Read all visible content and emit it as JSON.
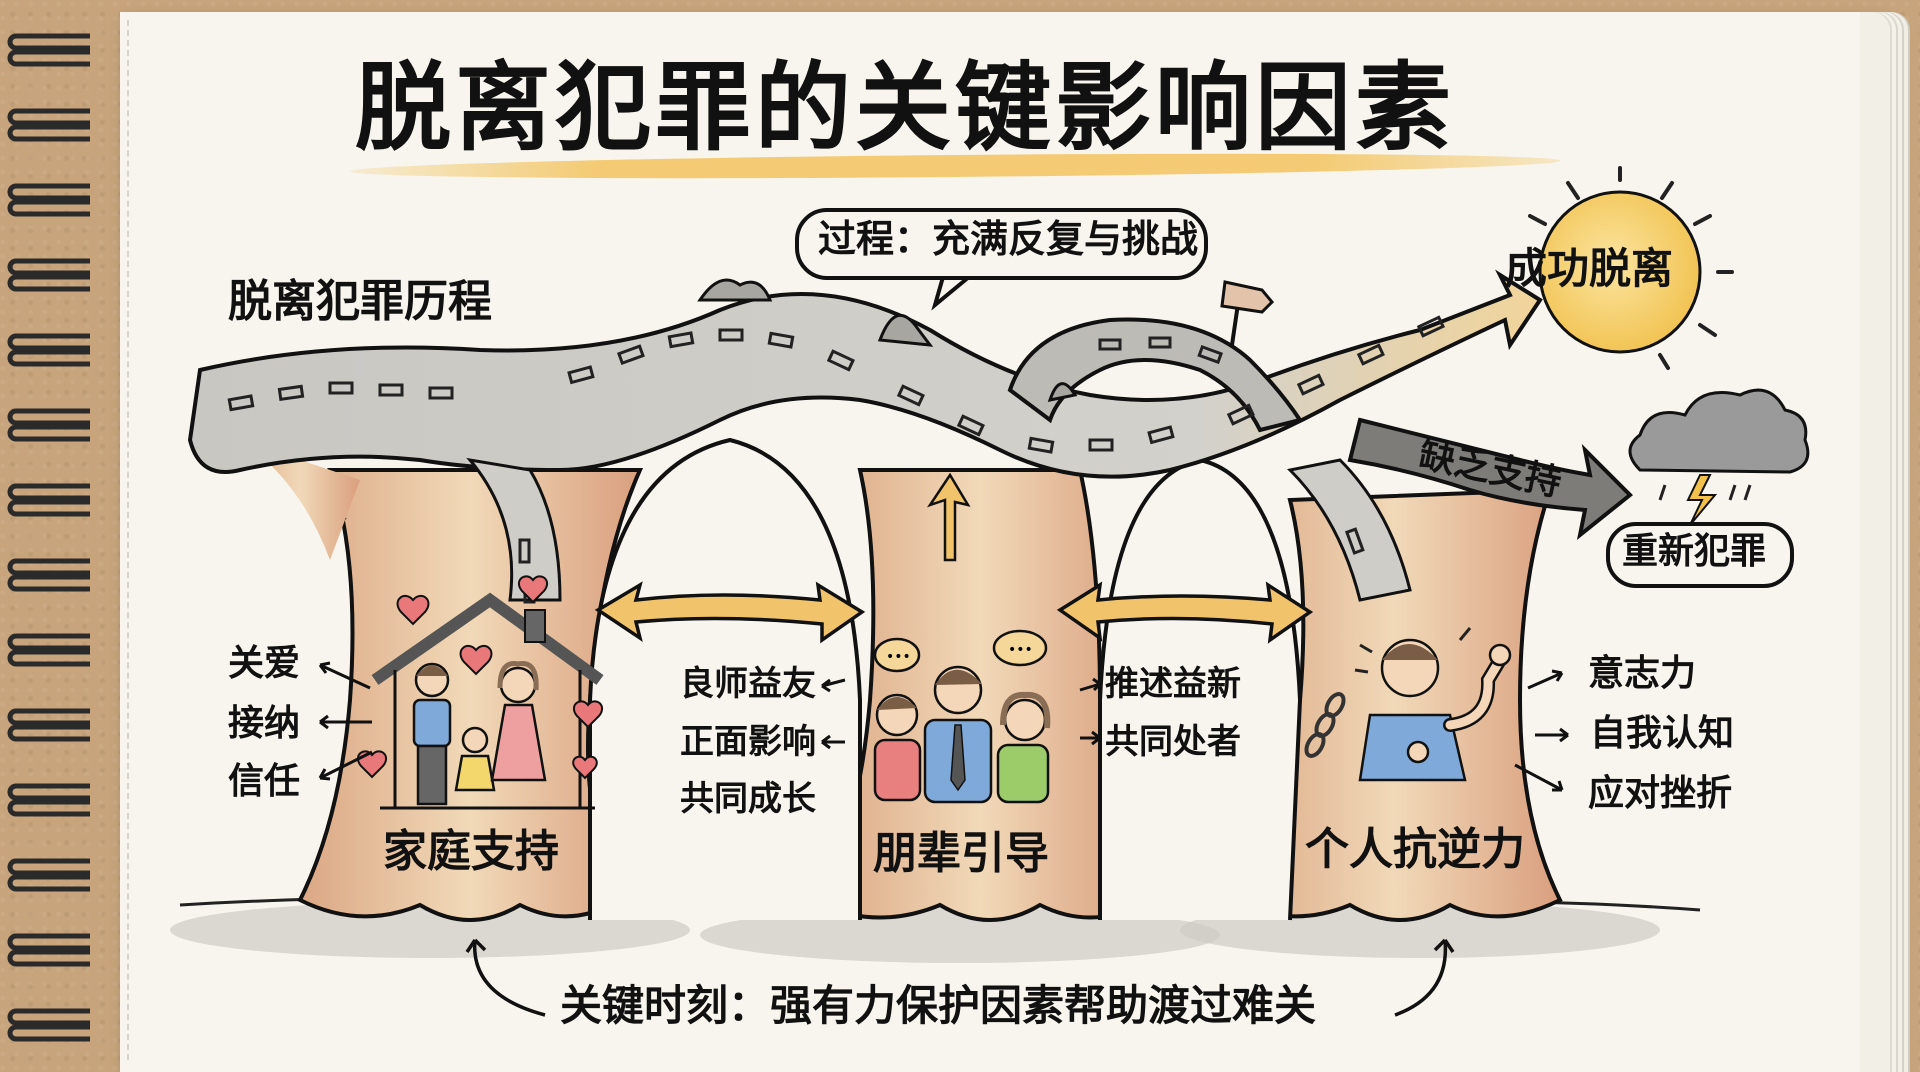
{
  "title": "脱离犯罪的关键影响因素",
  "process_heading": "脱离犯罪历程",
  "speech_bubble": "过程：充满反复与挑战",
  "outcomes": {
    "success": "成功脱离",
    "relapse_path": "缺乏支持",
    "relapse": "重新犯罪"
  },
  "pillars": [
    {
      "name": "家庭支持",
      "factors": [
        "关爱",
        "接纳",
        "信任"
      ]
    },
    {
      "name": "朋辈引导",
      "factors_left": [
        "良师益友",
        "正面影响",
        "共同成长"
      ],
      "factors_right": [
        "推述益新",
        "共同处者"
      ]
    },
    {
      "name": "个人抗逆力",
      "factors": [
        "意志力",
        "自我认知",
        "应对挫折"
      ]
    }
  ],
  "footer": "关键时刻：强有力保护因素帮助渡过难关",
  "colors": {
    "paper": "#f7f5ee",
    "desk": "#c7a47b",
    "ink": "#111111",
    "road": "#cfcdc8",
    "trunk": "#e9c9a6",
    "arrow_gold": "#f1c36a",
    "sun": "#f6cf62",
    "cloud": "#9a9a9a",
    "heart": "#e8787a",
    "shirt_blue": "#7fa9d9",
    "shirt_red": "#e98080",
    "shirt_green": "#9ccc6a",
    "dress_pink": "#eea0a0",
    "dress_yellow": "#f3d66c"
  }
}
